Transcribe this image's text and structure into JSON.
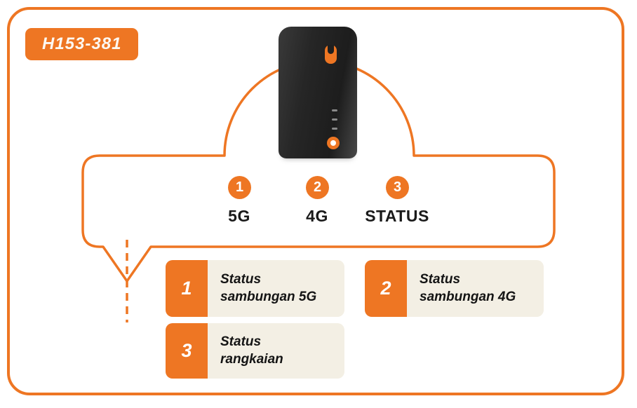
{
  "badge": {
    "label": "H153-381"
  },
  "indicators": [
    {
      "number": "1",
      "label": "5G"
    },
    {
      "number": "2",
      "label": "4G"
    },
    {
      "number": "3",
      "label": "STATUS"
    }
  ],
  "legend": [
    {
      "number": "1",
      "line1": "Status",
      "line2": "sambungan 5G"
    },
    {
      "number": "2",
      "line1": "Status",
      "line2": "sambungan 4G"
    },
    {
      "number": "3",
      "line1": "Status",
      "line2": "rangkaian"
    }
  ],
  "colors": {
    "orange": "#EE7623",
    "cream": "#F3EFE4",
    "device_body": "#262626",
    "text": "#1a1a1a"
  }
}
